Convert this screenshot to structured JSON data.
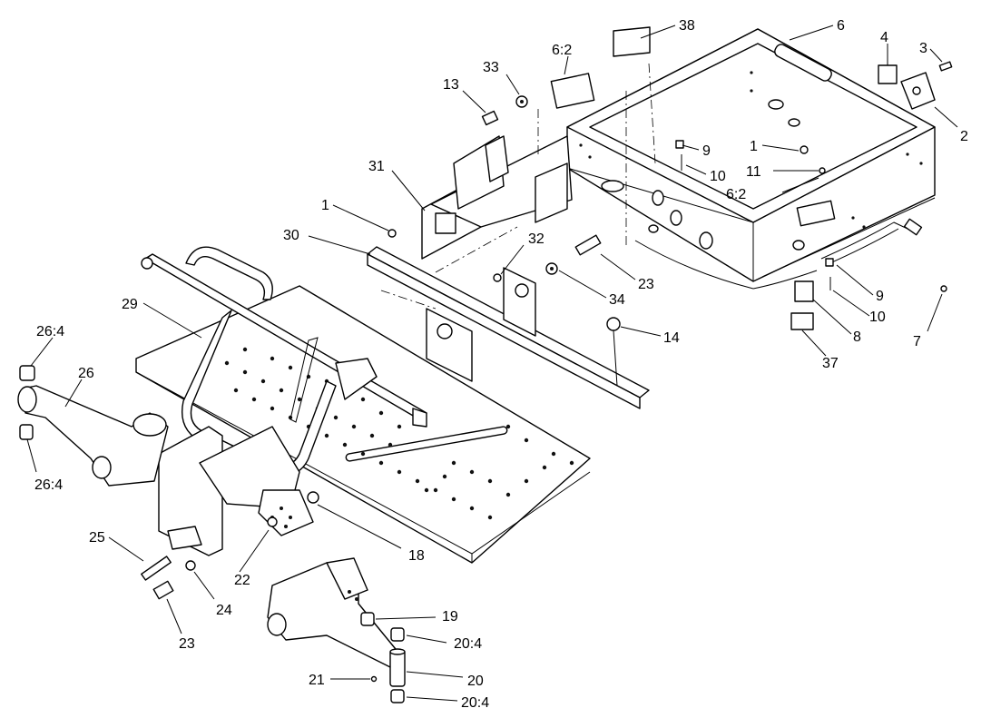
{
  "callouts": {
    "c38": "38",
    "c6a": "6",
    "c4": "4",
    "c3": "3",
    "c2": "2",
    "c62a": "6:2",
    "c33": "33",
    "c13": "13",
    "c9a": "9",
    "c1a": "1",
    "c10a": "10",
    "c11": "11",
    "c62b": "6:2",
    "c31": "31",
    "c1b": "1",
    "c30": "30",
    "c32": "32",
    "c23a": "23",
    "c34": "34",
    "c14": "14",
    "c9b": "9",
    "c10b": "10",
    "c8": "8",
    "c7": "7",
    "c37": "37",
    "c29": "29",
    "c264a": "26:4",
    "c26": "26",
    "c264b": "26:4",
    "c18": "18",
    "c25": "25",
    "c22": "22",
    "c24": "24",
    "c23b": "23",
    "c19": "19",
    "c204a": "20:4",
    "c20": "20",
    "c21": "21",
    "c204b": "20:4"
  }
}
